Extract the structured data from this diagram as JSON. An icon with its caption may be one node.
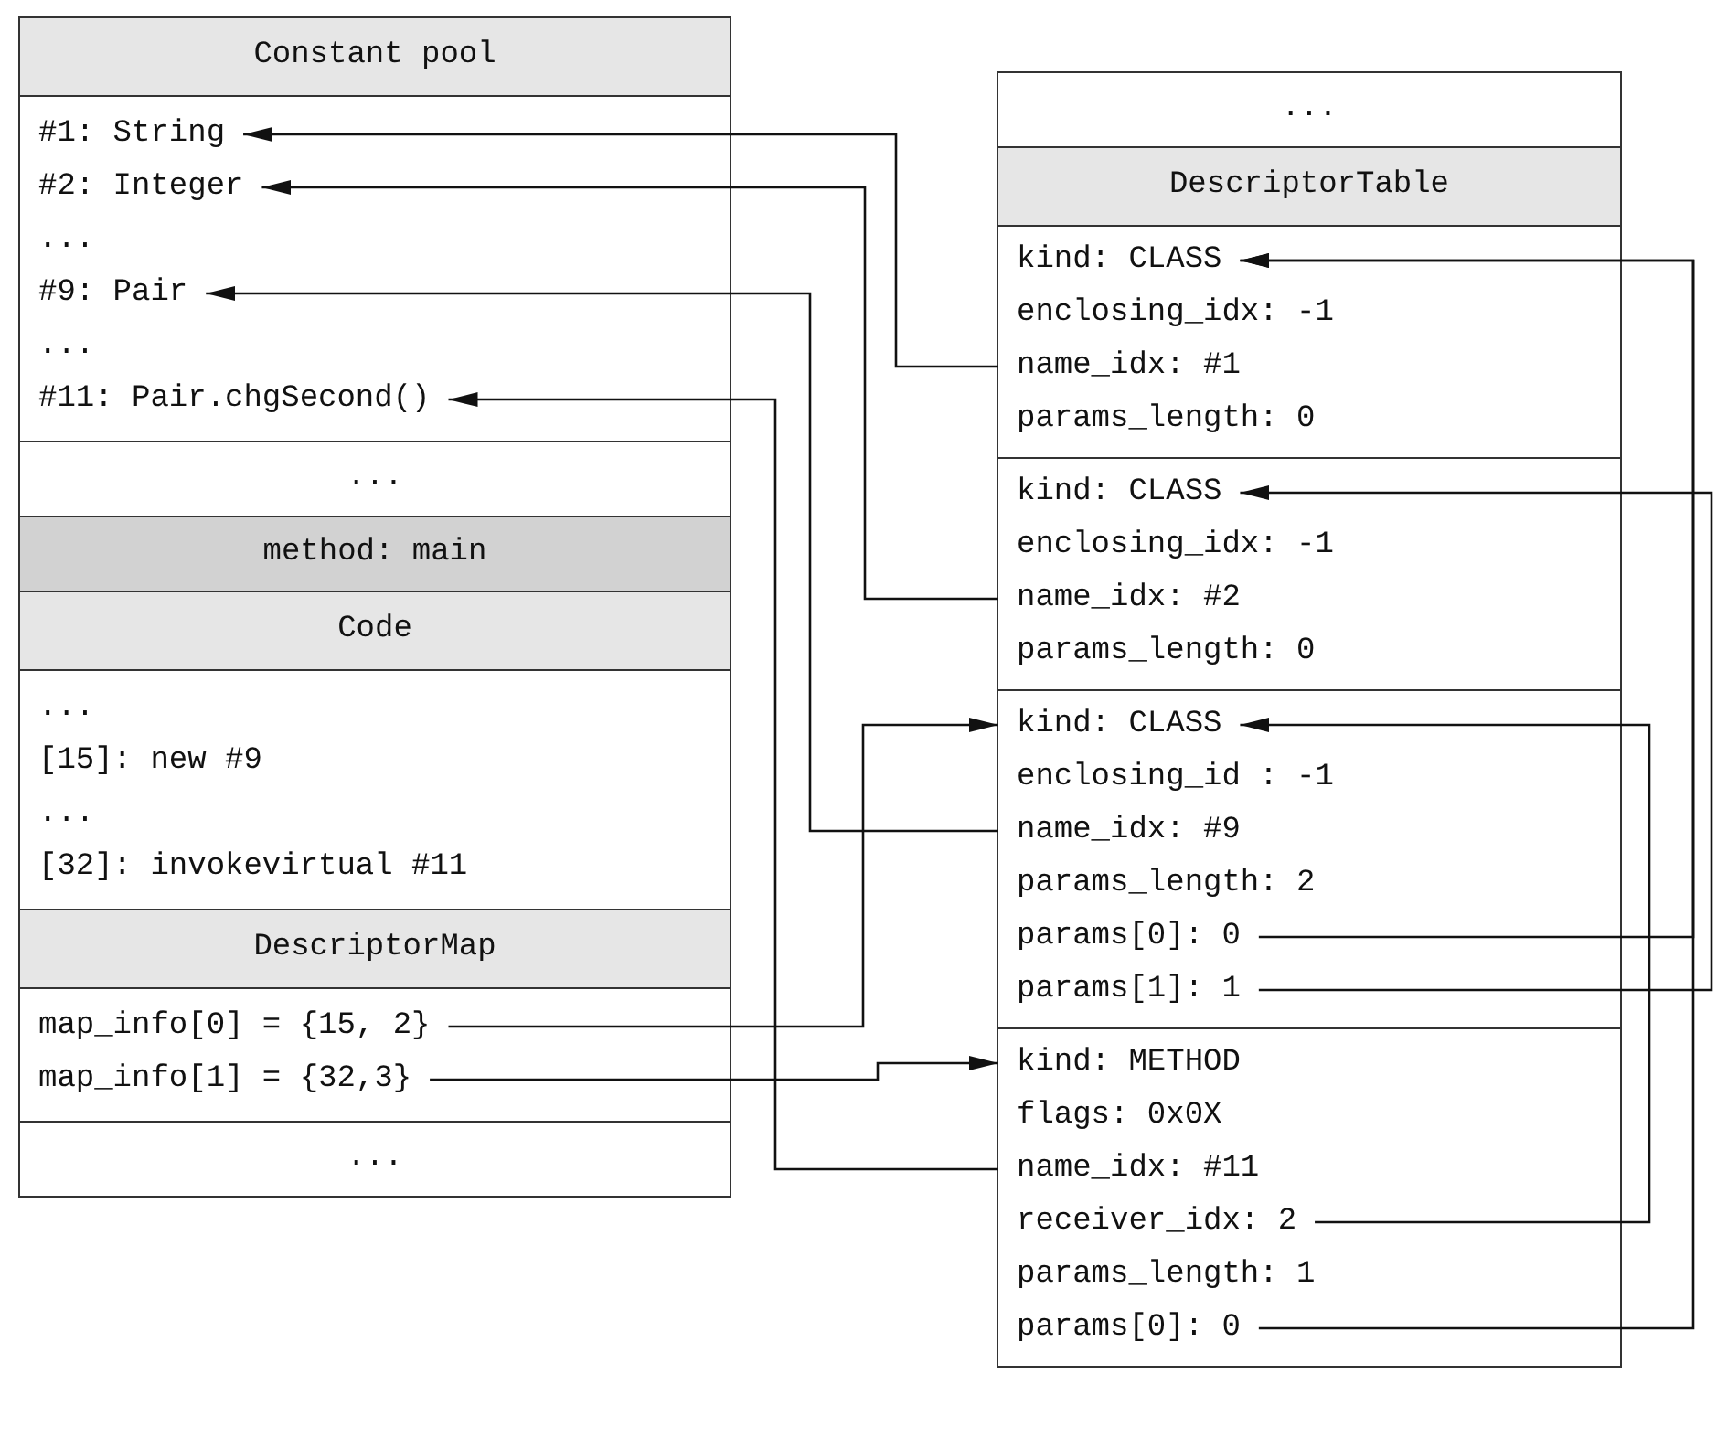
{
  "diagram": {
    "nodes": [
      {
        "text": [
          "Constant pool"
        ]
      },
      {
        "text": [
          "#1: String"
        ],
        "in": 0
      },
      {
        "text": [
          "#2: Integer"
        ],
        "in": 0
      },
      {
        "text": [
          "..."
        ],
        "in": 0
      },
      {
        "text": [
          "#9: Pair"
        ],
        "in": 0
      },
      {
        "text": [
          "..."
        ],
        "in": 0
      },
      {
        "text": [
          "#11: Pair.chgSecond()"
        ],
        "in": 0
      },
      {
        "text": [
          "..."
        ]
      },
      {
        "text": [
          "method: main"
        ]
      },
      {
        "text": [
          "Code"
        ]
      },
      {
        "text": [
          "..."
        ],
        "in": 9
      },
      {
        "text": [
          "[15]: new #9"
        ],
        "in": 9
      },
      {
        "text": [
          "..."
        ],
        "in": 9
      },
      {
        "text": [
          "[32]: invokevirtual #11"
        ],
        "in": 9
      },
      {
        "text": [
          "DescriptorMap"
        ]
      },
      {
        "text": [
          "map_info[0] = {15, 2}"
        ],
        "in": 14
      },
      {
        "text": [
          "map_info[1] = {32,3}"
        ],
        "in": 14
      },
      {
        "text": [
          "..."
        ]
      },
      {
        "text": [
          "..."
        ]
      },
      {
        "text": [
          "DescriptorTable"
        ]
      },
      {
        "text": [],
        "shape": "box",
        "in": 19
      },
      {
        "text": [
          "kind: CLASS"
        ],
        "in": 20
      },
      {
        "text": [
          "enclosing_idx: -1"
        ],
        "in": 20
      },
      {
        "text": [
          "name_idx: #1"
        ],
        "in": 20
      },
      {
        "text": [
          "params_length: 0"
        ],
        "in": 20
      },
      {
        "text": [],
        "shape": "box",
        "in": 19
      },
      {
        "text": [
          "kind: CLASS"
        ],
        "in": 25
      },
      {
        "text": [
          "enclosing_idx: -1"
        ],
        "in": 25
      },
      {
        "text": [
          "name_idx: #2"
        ],
        "in": 25
      },
      {
        "text": [
          "params_length: 0"
        ],
        "in": 25
      },
      {
        "text": [],
        "shape": "box",
        "in": 19
      },
      {
        "text": [
          "kind: CLASS"
        ],
        "in": 30
      },
      {
        "text": [
          "enclosing_id : -1"
        ],
        "in": 30
      },
      {
        "text": [
          "name_idx: #9"
        ],
        "in": 30
      },
      {
        "text": [
          "params_length: 2"
        ],
        "in": 30
      },
      {
        "text": [
          "params[0]: 0"
        ],
        "in": 30
      },
      {
        "text": [
          "params[1]: 1"
        ],
        "in": 30
      },
      {
        "text": [],
        "shape": "box",
        "in": 19
      },
      {
        "text": [
          "kind: METHOD"
        ],
        "in": 37
      },
      {
        "text": [
          "flags: 0x0X"
        ],
        "in": 37
      },
      {
        "text": [
          "name_idx: #11"
        ],
        "in": 37
      },
      {
        "text": [
          "receiver_idx: 2"
        ],
        "in": 37
      },
      {
        "text": [
          "params_length: 1"
        ],
        "in": 37
      },
      {
        "text": [
          "params[0]: 0"
        ],
        "in": 37
      }
    ],
    "edges": [
      {
        "from": 23,
        "to": 1,
        "arrow": "to"
      },
      {
        "from": 28,
        "to": 2,
        "arrow": "to"
      },
      {
        "from": 33,
        "to": 4,
        "arrow": "to"
      },
      {
        "from": 40,
        "to": 6,
        "arrow": "to"
      },
      {
        "from": 15,
        "to": 31,
        "arrow": "to"
      },
      {
        "from": 16,
        "to": 38,
        "arrow": "to"
      },
      {
        "from": 35,
        "to": 21,
        "arrow": "to"
      },
      {
        "from": 43,
        "to": 21,
        "arrow": "to"
      },
      {
        "from": 36,
        "to": 26,
        "arrow": "to"
      },
      {
        "from": 41,
        "to": 31,
        "arrow": "to"
      }
    ]
  }
}
